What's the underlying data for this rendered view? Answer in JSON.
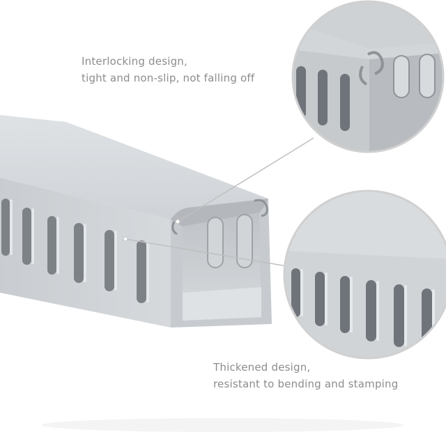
{
  "captions": {
    "interlocking": {
      "line1": "Interlocking design,",
      "line2": "tight and non-slip, not falling off"
    },
    "thickened": {
      "line1": "Thickened design,",
      "line2": "resistant to bending and stamping"
    }
  },
  "colors": {
    "background": "#ffffff",
    "duct_light": "#d9dcdf",
    "duct_mid": "#c4c8cc",
    "duct_dark": "#9ea3a8",
    "slot_dark": "#7c8186",
    "caption_text": "#8c8c8c",
    "callout_ring": "#d0d0d0"
  }
}
